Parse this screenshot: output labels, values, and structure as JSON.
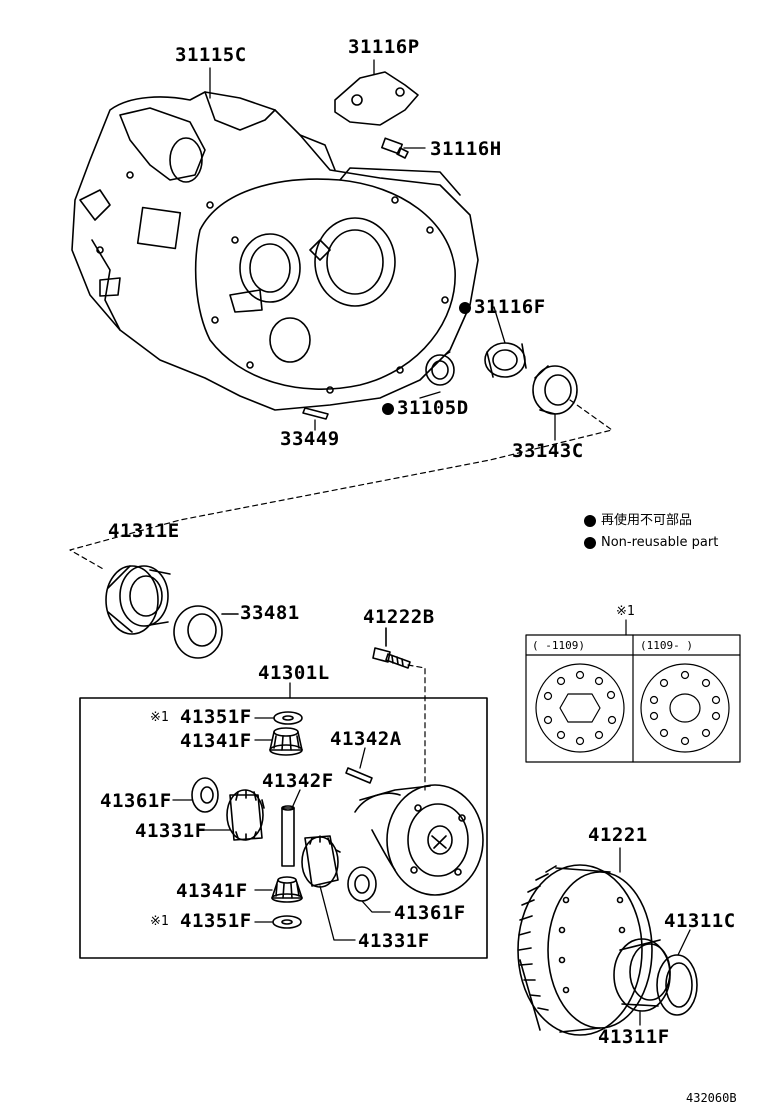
{
  "parts": {
    "p31115C": "31115C",
    "p31116P": "31116P",
    "p31116H": "31116H",
    "p31116F": "31116F",
    "p31105D": "31105D",
    "p33449": "33449",
    "p33143C": "33143C",
    "p41311E": "41311E",
    "p33481": "33481",
    "p41222B": "41222B",
    "p41301L": "41301L",
    "p41351F_top": "41351F",
    "p41341F_top": "41341F",
    "p41342A": "41342A",
    "p41342F": "41342F",
    "p41361F_left": "41361F",
    "p41331F_left": "41331F",
    "p41341F_bot": "41341F",
    "p41351F_bot": "41351F",
    "p41361F_right": "41361F",
    "p41331F_right": "41331F",
    "p41221": "41221",
    "p41311C": "41311C",
    "p41311F": "41311F"
  },
  "marks": {
    "ref_mark": "※1",
    "ref_mark_top": "※1",
    "ref_mark_bot": "※1",
    "ref_mark_inset": "※1"
  },
  "legend": {
    "jp": "再使用不可部品",
    "en": "Non-reusable part"
  },
  "inset": {
    "col1_header": "(     -1109)",
    "col2_header": "(1109-      )"
  },
  "drawing_code": "432060B"
}
